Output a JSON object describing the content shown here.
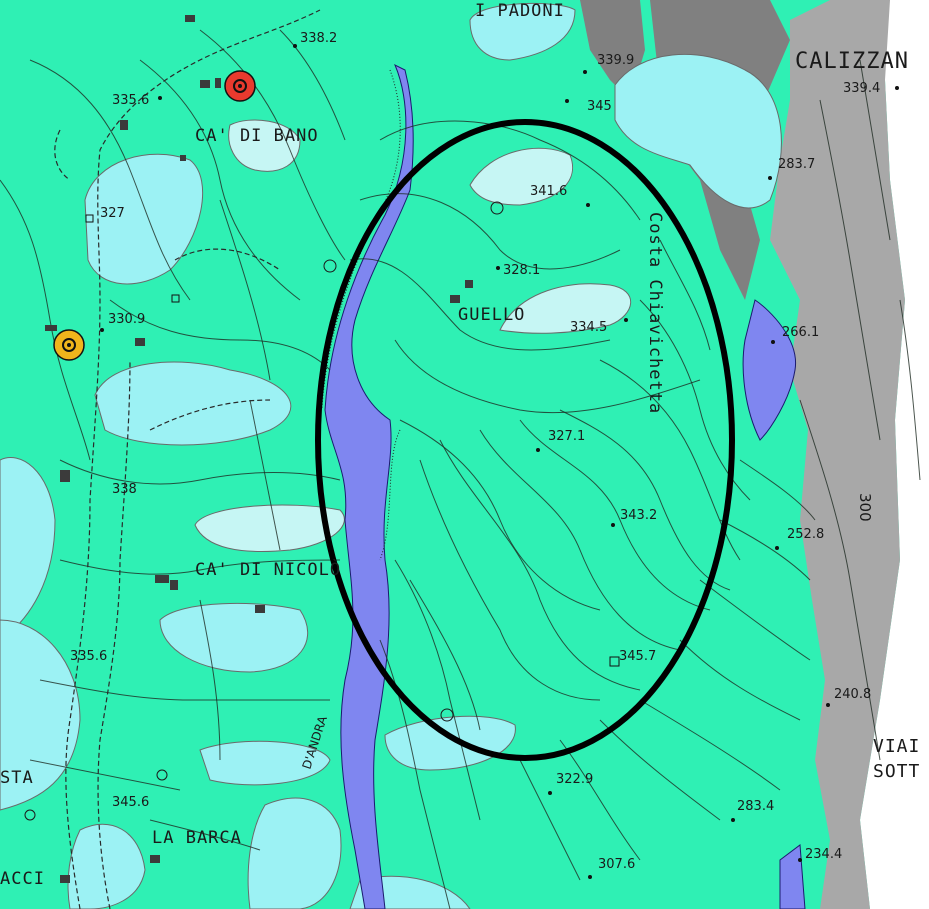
{
  "map": {
    "colors": {
      "base": "#2ff0b4",
      "light_cyan": "#9cf2f4",
      "pale_cyan": "#c6f6f4",
      "river_blue": "#7f86f0",
      "grey": "#a8a8a8",
      "dark_grey": "#808080",
      "white": "#ffffff",
      "outline": "#000000",
      "marker_red": "#e83a2e",
      "marker_yellow": "#f0b51c"
    },
    "place_names": {
      "i_padoni": "I PADONI",
      "calizzano": "CALIZZAN",
      "ca_di_bano": "CA' DI BANO",
      "guello": "GUELLO",
      "ca_di_nicolo": "CA' DI NICOLÒ",
      "la_barca": "LA BARCA",
      "costa_chiavichetta": "Costa Chiavichetta",
      "viaia_sotto_1": "VIAI",
      "viaia_sotto_2": "SOTT",
      "sta": "STA",
      "acce": "ACCI",
      "river": "D'ANDRA"
    },
    "elevations": {
      "e1": "338.2",
      "e2": "339.9",
      "e3": "345",
      "e4": "339.4",
      "e5": "335.6",
      "e6": "341.6",
      "e7": "283.7",
      "e8": "327",
      "e9": "328.1",
      "e10": "334.5",
      "e11": "330.9",
      "e12": "266.1",
      "e13": "327.1",
      "e14": "338",
      "e15": "343.2",
      "e16": "252.8",
      "e17": "300",
      "e18": "335.6",
      "e19": "345.7",
      "e20": "240.8",
      "e21": "322.9",
      "e22": "345.6",
      "e23": "283.4",
      "e24": "307.6",
      "e25": "234.4"
    },
    "markers": {
      "red": "red-target",
      "yellow": "yellow-target"
    }
  }
}
